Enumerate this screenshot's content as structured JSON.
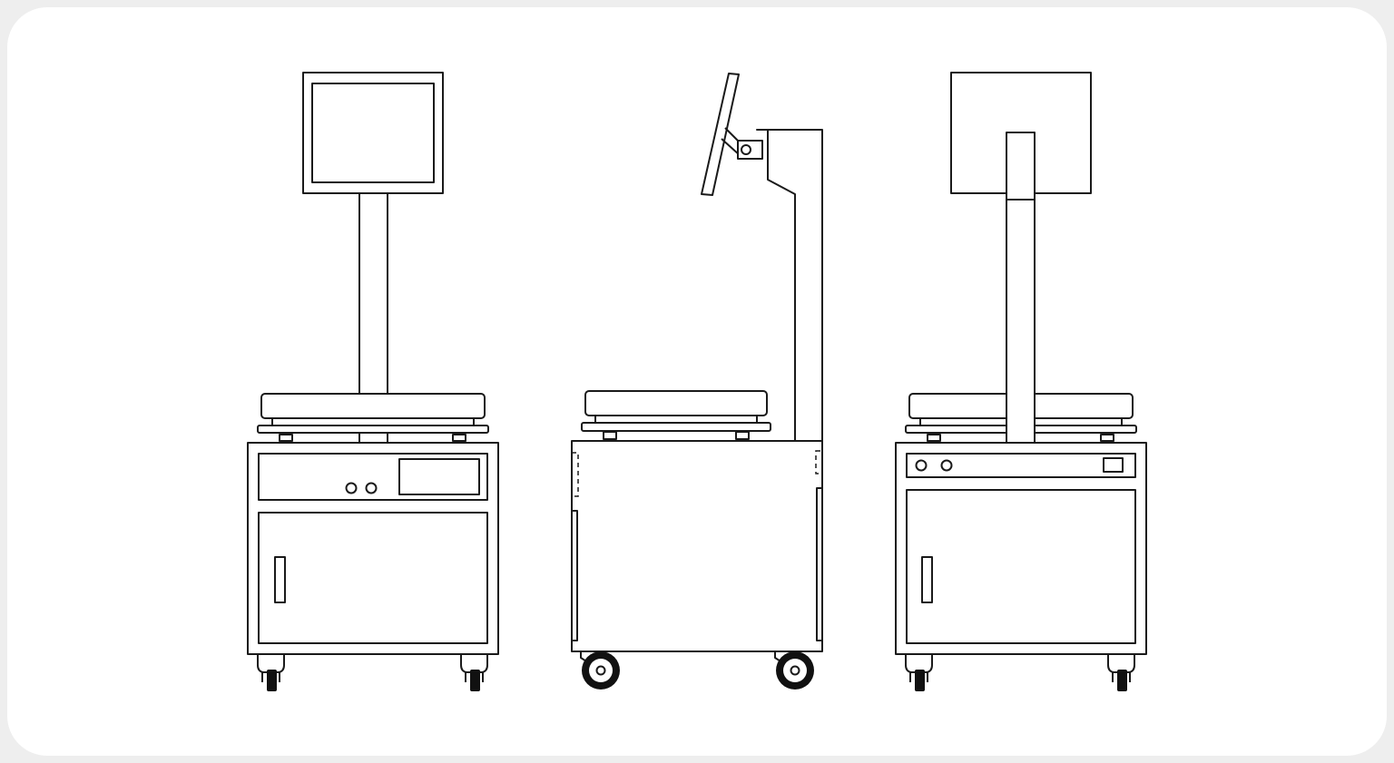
{
  "views": [
    {
      "id": "front",
      "name": "front-view"
    },
    {
      "id": "side",
      "name": "side-view"
    },
    {
      "id": "back",
      "name": "back-view"
    }
  ],
  "colors": {
    "page_background": "#eeeeee",
    "card_background": "#ffffff",
    "line": "#1a1a1a",
    "wheel": "#111111"
  }
}
